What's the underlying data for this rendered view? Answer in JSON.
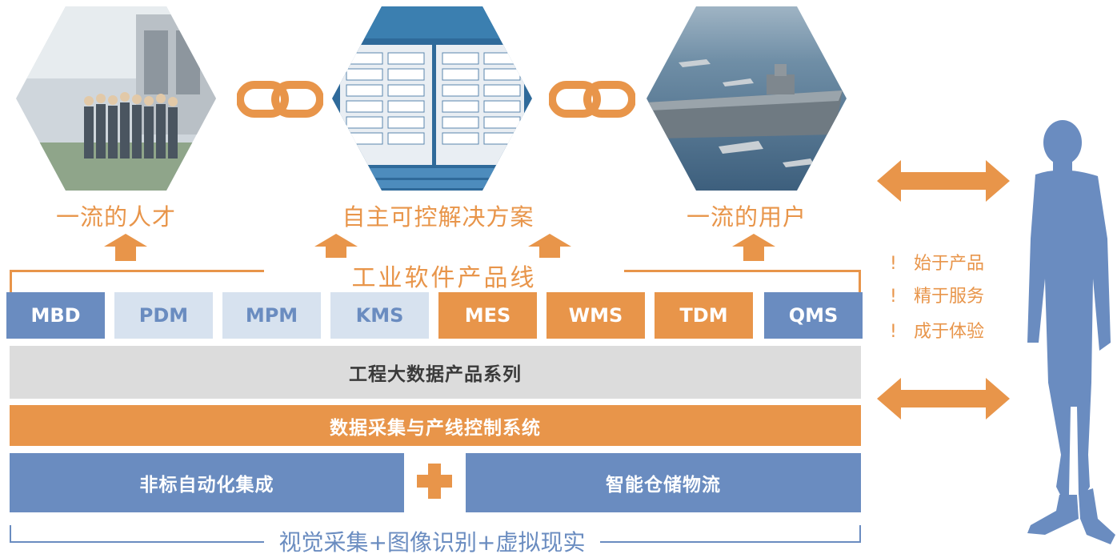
{
  "top": {
    "hexagons": [
      {
        "caption": "一流的人才",
        "image": "team-photo"
      },
      {
        "caption": "自主可控解决方案",
        "image": "software-architecture-screenshot"
      },
      {
        "caption": "一流的用户",
        "image": "aircraft-carrier-photo"
      }
    ]
  },
  "product_line": {
    "title": "工业软件产品线",
    "products": [
      {
        "label": "MBD",
        "style": "blue"
      },
      {
        "label": "PDM",
        "style": "light"
      },
      {
        "label": "MPM",
        "style": "light"
      },
      {
        "label": "KMS",
        "style": "light"
      },
      {
        "label": "MES",
        "style": "orange"
      },
      {
        "label": "WMS",
        "style": "orange"
      },
      {
        "label": "TDM",
        "style": "orange"
      },
      {
        "label": "QMS",
        "style": "blue"
      }
    ]
  },
  "layers": {
    "big_data": "工程大数据产品系列",
    "data_collection": "数据采集与产线控制系统",
    "automation": "非标自动化集成",
    "warehouse": "智能仓储物流",
    "plus_icon": "plus-icon"
  },
  "footer": {
    "label": "视觉采集+图像识别+虚拟现实"
  },
  "customer_side": {
    "bullets": [
      {
        "mark": "!",
        "text": "始于产品"
      },
      {
        "mark": "!",
        "text": "精于服务"
      },
      {
        "mark": "!",
        "text": "成于体验"
      }
    ]
  },
  "colors": {
    "orange": "#e8954a",
    "blue": "#6a8cc0",
    "light_blue": "#d7e2ef",
    "gray": "#dcdcdc"
  }
}
